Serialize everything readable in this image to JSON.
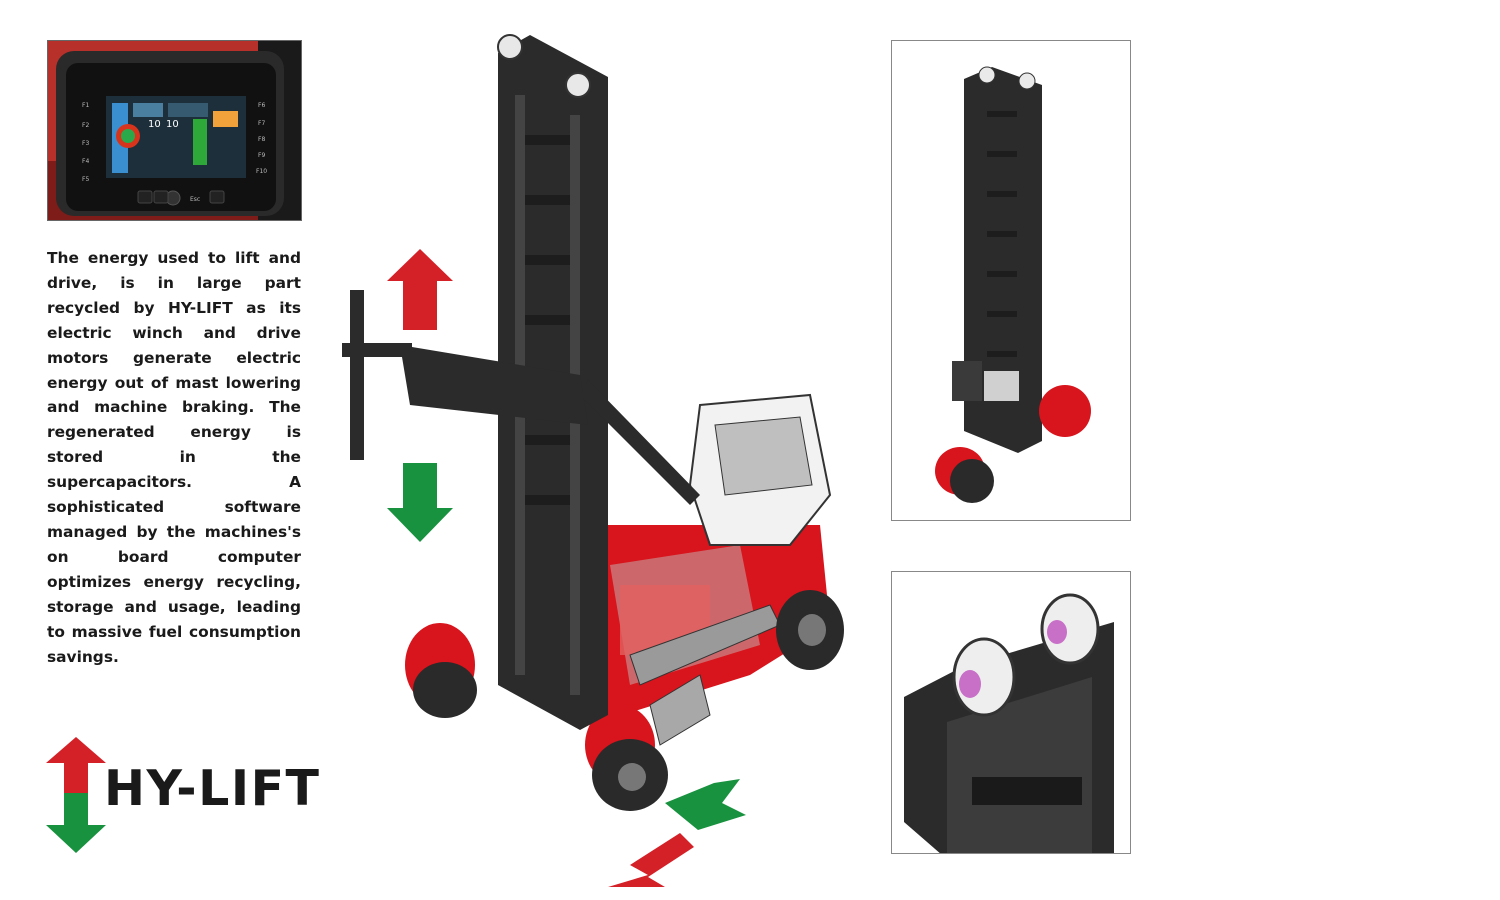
{
  "display": {
    "left_keys": [
      "F1",
      "F2",
      "F3",
      "F4",
      "F5"
    ],
    "right_keys": [
      "F6",
      "F7",
      "F8",
      "F9",
      "F10"
    ],
    "bottom_keys": [
      "Esc"
    ],
    "readouts": [
      "10",
      "10"
    ]
  },
  "description": "The energy used to lift and drive, is in large part recycled by HY-LIFT as its electric winch and drive motors generate electric energy out of mast lowering and machine braking. The regenerated energy is stored in the supercapacitors. A sophisticated software managed by the machines's on board computer optimizes energy recycling, storage and usage, leading to massive fuel consumption savings.",
  "logo": {
    "text": "HY-LIFT",
    "colors": {
      "up": "#d42027",
      "down": "#18923f",
      "text": "#1a1a1a"
    }
  },
  "arrows": {
    "lift_up_color": "#d42027",
    "lift_down_color": "#18923f",
    "drive_forward_color": "#18923f",
    "drive_back_color": "#d42027"
  },
  "machine": {
    "body_color": "#d8141c",
    "frame_color": "#2b2b2b",
    "cab_color": "#f2f2f2"
  }
}
